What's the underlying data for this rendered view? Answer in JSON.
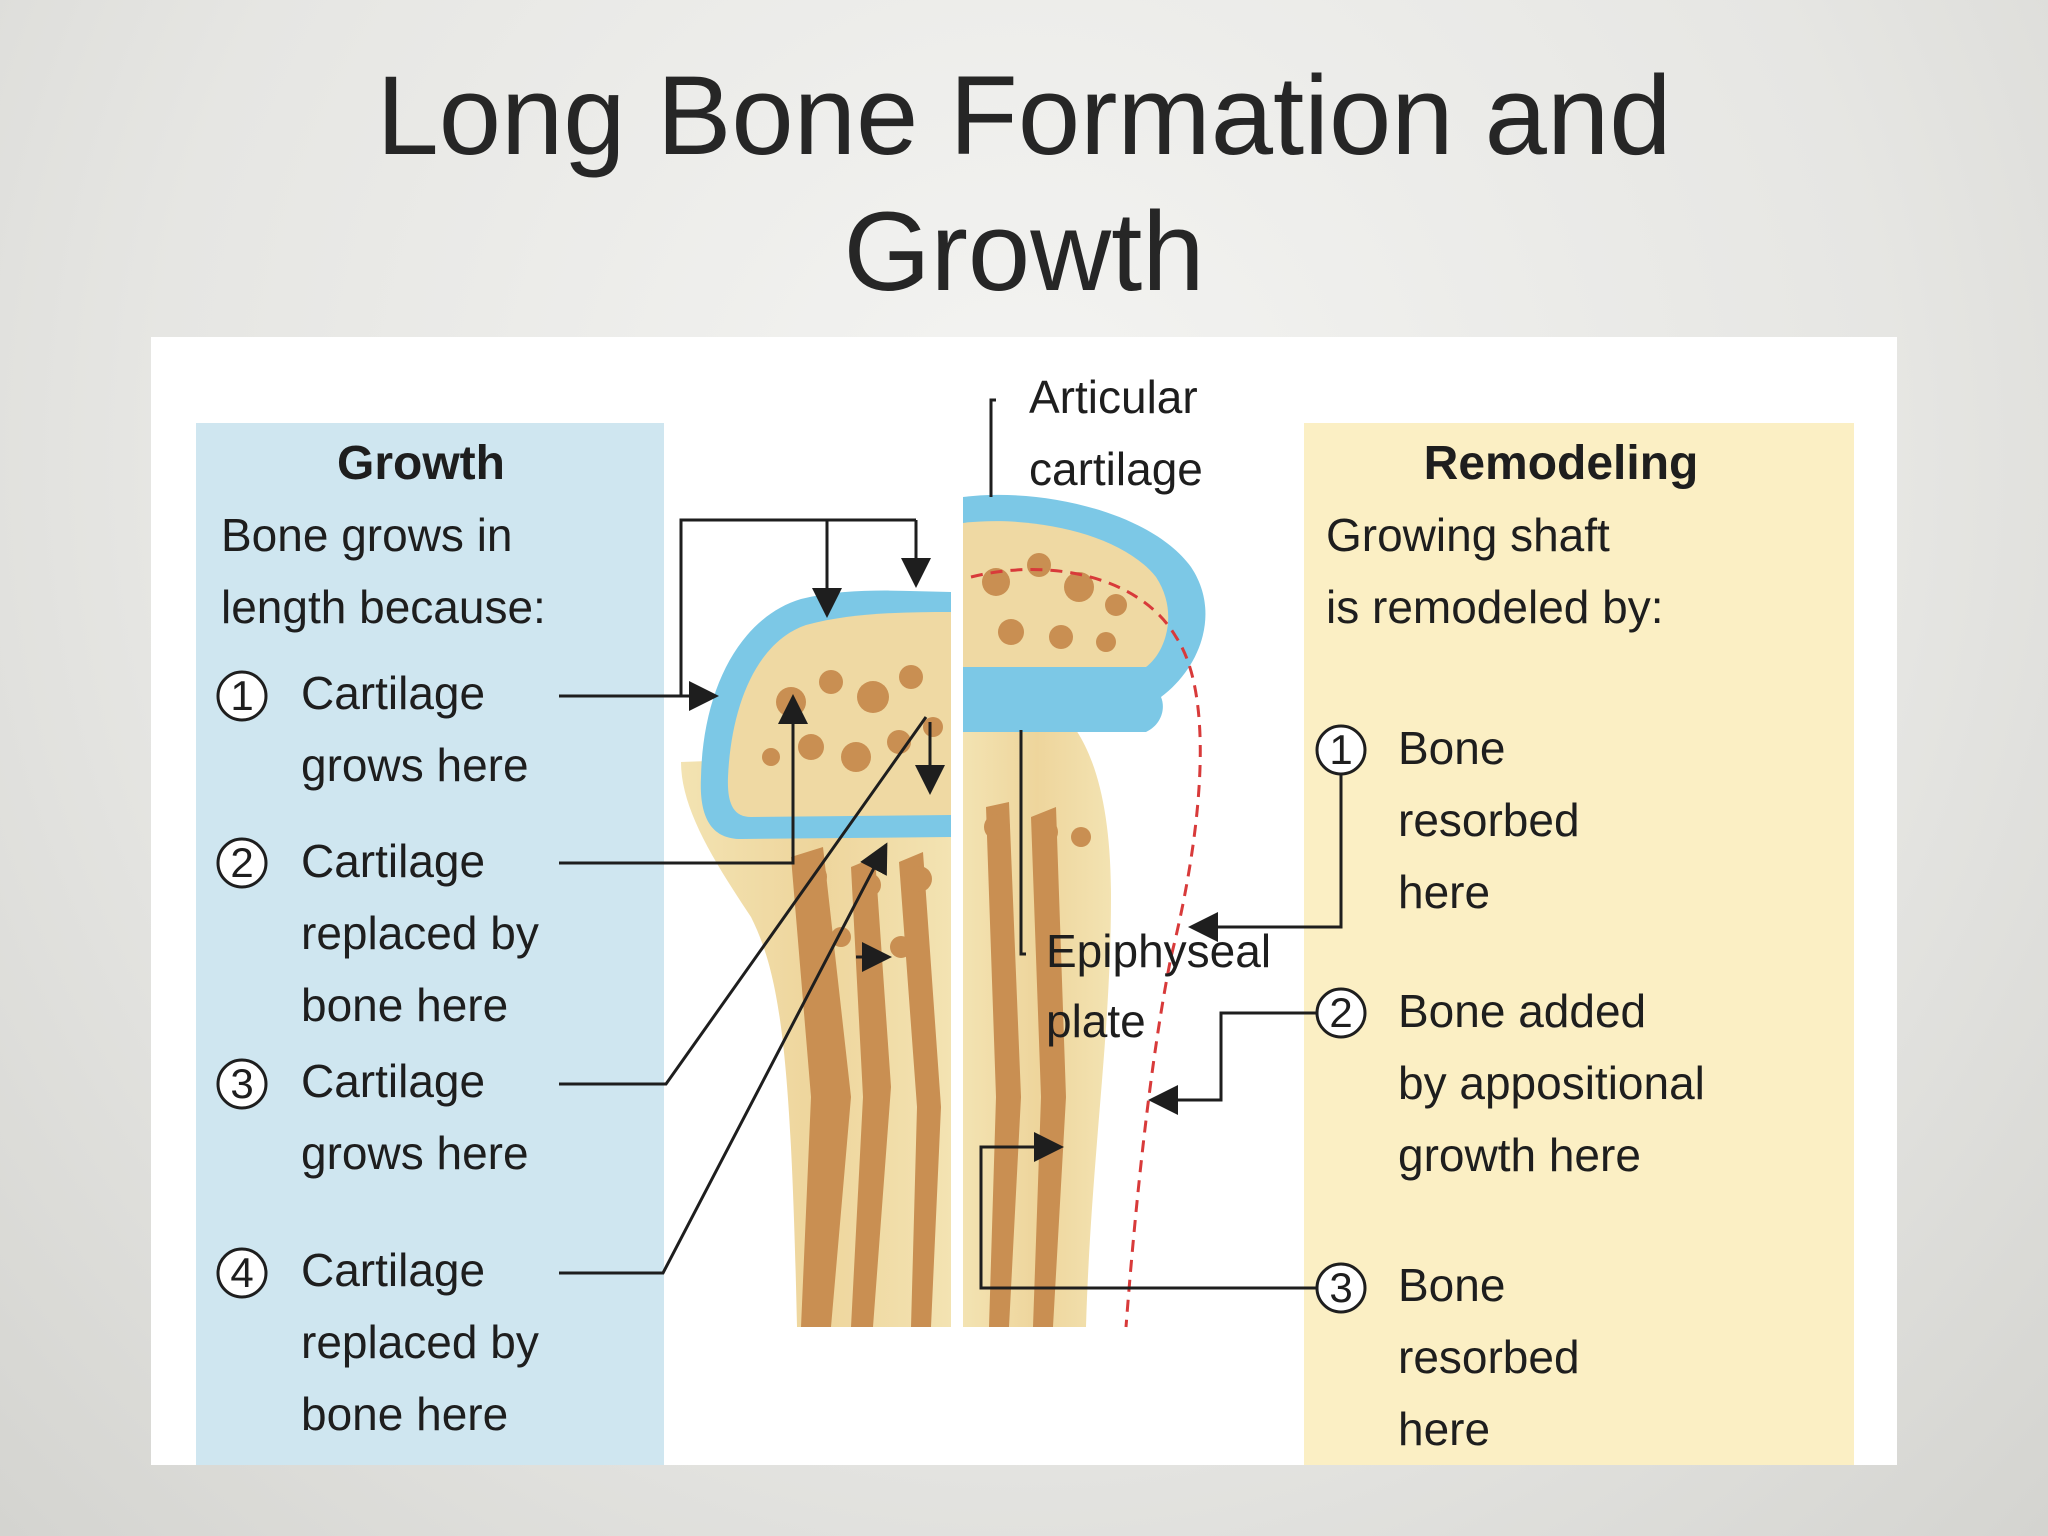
{
  "title": {
    "line1": "Long Bone Formation and",
    "line2": "Growth"
  },
  "growth": {
    "heading": "Growth",
    "intro_line1": "Bone grows in",
    "intro_line2": "length because:",
    "items": [
      {
        "num": "1",
        "line1": "Cartilage",
        "line2": "grows here",
        "line3": ""
      },
      {
        "num": "2",
        "line1": "Cartilage",
        "line2": "replaced by",
        "line3": "bone here"
      },
      {
        "num": "3",
        "line1": "Cartilage",
        "line2": "grows here",
        "line3": ""
      },
      {
        "num": "4",
        "line1": "Cartilage",
        "line2": "replaced by",
        "line3": "bone here"
      }
    ]
  },
  "center_labels": {
    "articular_line1": "Articular",
    "articular_line2": "cartilage",
    "epiphyseal_line1": "Epiphyseal",
    "epiphyseal_line2": "plate"
  },
  "remodeling": {
    "heading": "Remodeling",
    "intro_line1": "Growing shaft",
    "intro_line2": "is remodeled by:",
    "items": [
      {
        "num": "1",
        "line1": "Bone",
        "line2": "resorbed",
        "line3": "here"
      },
      {
        "num": "2",
        "line1": "Bone added",
        "line2": "by appositional",
        "line3": "growth here"
      },
      {
        "num": "3",
        "line1": "Bone",
        "line2": "resorbed",
        "line3": "here"
      }
    ]
  },
  "colors": {
    "growth_panel": "#cfe6f0",
    "remodeling_panel": "#fbefc4",
    "cartilage": "#7cc8e6",
    "bone": "#efd9a3",
    "bone_dark": "#c9955a",
    "resorption_line": "#d83a3a"
  }
}
